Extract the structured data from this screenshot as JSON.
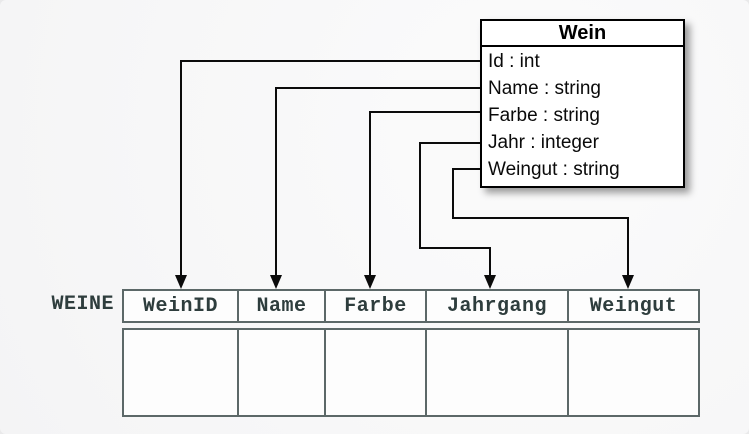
{
  "diagram": {
    "class_box": {
      "title": "Wein",
      "attributes": [
        "Id : int",
        "Name : string",
        "Farbe : string",
        "Jahr : integer",
        "Weingut : string"
      ]
    },
    "table": {
      "label": "WEINE",
      "columns": [
        "WeinID",
        "Name",
        "Farbe",
        "Jahrgang",
        "Weingut"
      ],
      "empty_body_rows": 1
    },
    "connections": [
      {
        "from": "Id",
        "to": "WeinID"
      },
      {
        "from": "Name",
        "to": "Name"
      },
      {
        "from": "Farbe",
        "to": "Farbe"
      },
      {
        "from": "Jahr",
        "to": "Jahrgang"
      },
      {
        "from": "Weingut",
        "to": "Weingut"
      }
    ],
    "colors": {
      "arrow": "#0b0b0b",
      "table_text": "#2e3d3d",
      "table_border": "#5c6868",
      "class_border": "#000000",
      "background": "#f7f7f8",
      "cell_fill": "#fdfdfd"
    }
  }
}
